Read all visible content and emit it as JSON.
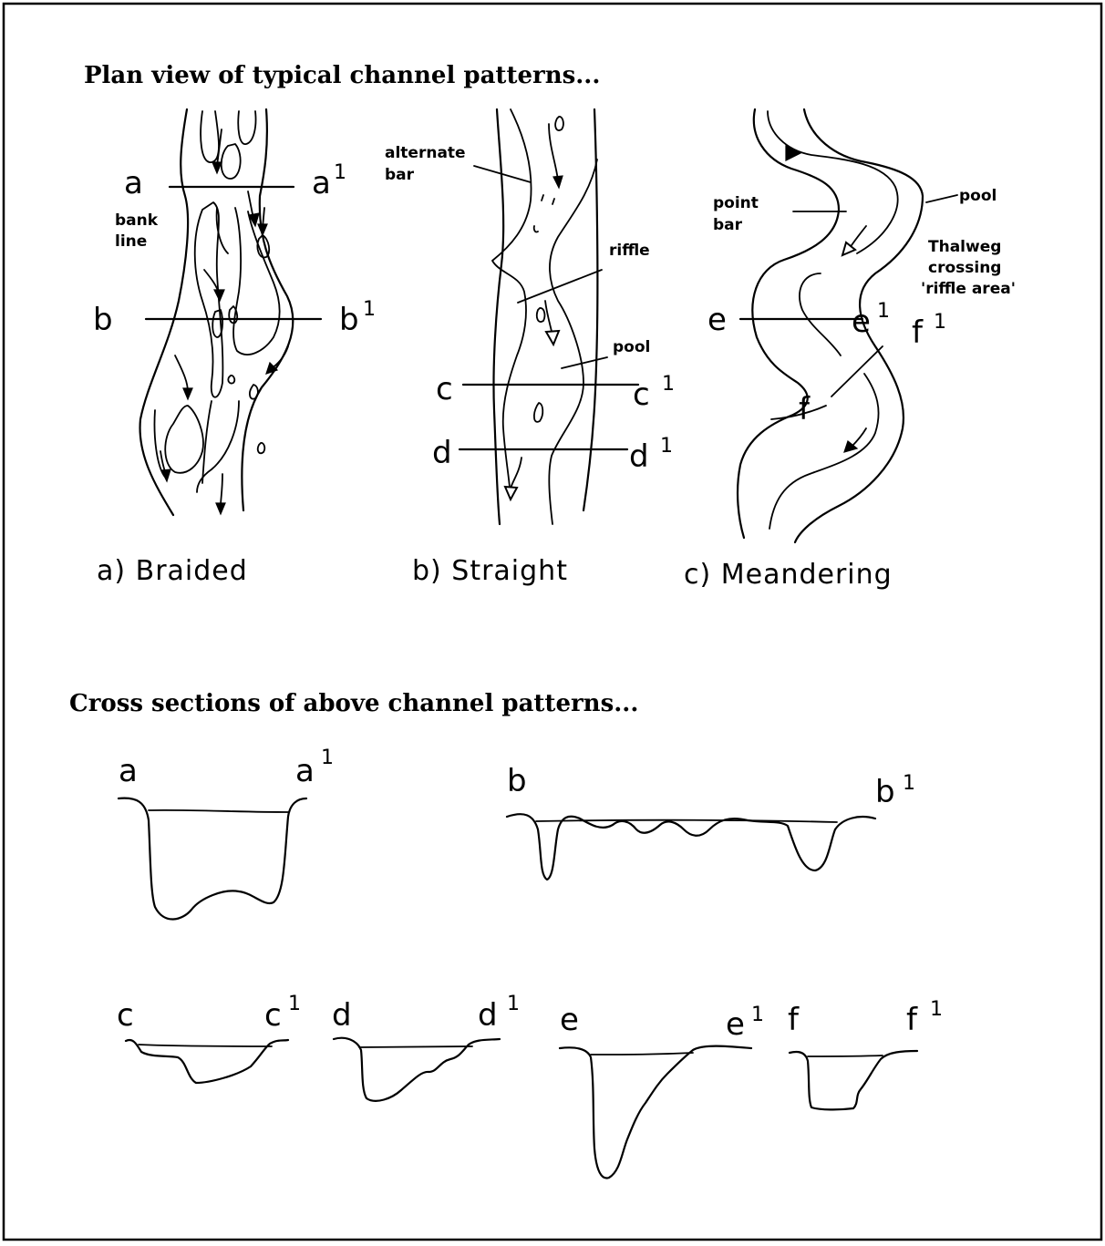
{
  "headings": {
    "plan_view": "Plan view of typical channel patterns...",
    "cross_sections": "Cross sections of above channel patterns..."
  },
  "captions": {
    "braided": "a) Braided",
    "straight": "b) Straight",
    "meandering": "c) Meandering"
  },
  "plan_labels": {
    "a": "a",
    "a1": "a",
    "b": "b",
    "b1": "b",
    "c": "c",
    "c1": "c",
    "d": "d",
    "d1": "d",
    "e": "e",
    "e1": "e",
    "f": "f",
    "f1": "f",
    "sup": "1",
    "bank_line_1": "bank",
    "bank_line_2": "line",
    "alternate_bar_1": "alternate",
    "alternate_bar_2": "bar",
    "riffle": "riffle",
    "pool_straight": "pool",
    "point_bar_1": "point",
    "point_bar_2": "bar",
    "pool_meander": "pool",
    "thalweg_1": "Thalweg",
    "thalweg_2": "crossing",
    "thalweg_3": "'riffle area'"
  },
  "section_labels": {
    "a": "a",
    "a1": "a",
    "b": "b",
    "b1": "b",
    "c": "c",
    "c1": "c",
    "d": "d",
    "d1": "d",
    "e": "e",
    "e1": "e",
    "f": "f",
    "f1": "f",
    "sup": "1"
  },
  "colors": {
    "ink": "#000000",
    "paper": "#ffffff"
  }
}
